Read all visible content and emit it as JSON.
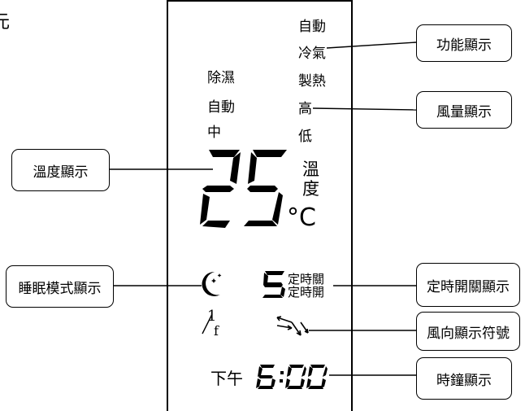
{
  "corner_fragment": "元",
  "display": {
    "mode_function": [
      "自動",
      "冷氣",
      "製熱"
    ],
    "mode_left": [
      "除濕",
      "自動",
      "中"
    ],
    "fan_speed": [
      "高",
      "低"
    ],
    "temperature_value": "25",
    "temperature_label_line1": "溫",
    "temperature_label_line2": "度",
    "temperature_unit": "°C",
    "timer_digit": "5",
    "timer_off": "定時關",
    "timer_on": "定時開",
    "fraction_numerator": "1",
    "fraction_denominator": "f",
    "afternoon_label": "下午",
    "clock_hour": "6",
    "clock_minutes": "00"
  },
  "callouts": {
    "function_display": "功能顯示",
    "fan_speed_display": "風量顯示",
    "temperature_display": "溫度顯示",
    "sleep_mode_display": "睡眠模式顯示",
    "timer_display": "定時開關顯示",
    "wind_direction_symbol": "風向顯示符號",
    "clock_display": "時鐘顯示"
  }
}
